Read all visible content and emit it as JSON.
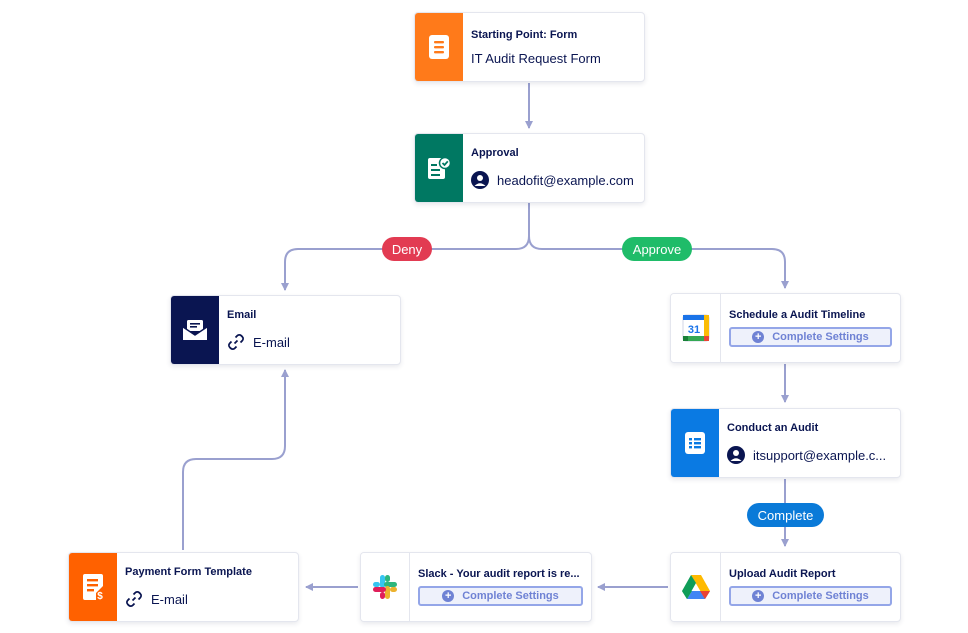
{
  "colors": {
    "connector": "#9aa0cf",
    "deny": "#e23b52",
    "approve": "#1fbc69",
    "complete": "#0a7ad8",
    "form_orange": "#ff7a1a",
    "approval_green": "#007862",
    "email_navy": "#0a1551",
    "audit_blue": "#0a7ae3",
    "payment_orange": "#ff6100"
  },
  "nodes": {
    "start": {
      "title": "Starting Point: Form",
      "subtitle": "IT Audit Request Form",
      "icon": "form-document-icon"
    },
    "approval": {
      "title": "Approval",
      "subtitle": "headofit@example.com",
      "icon": "approval-check-icon"
    },
    "email": {
      "title": "Email",
      "subtitle": "E-mail",
      "icon": "envelope-icon"
    },
    "schedule": {
      "title": "Schedule a Audit Timeline",
      "button": "Complete Settings",
      "icon": "google-calendar-icon",
      "calendar_number": "31"
    },
    "conduct": {
      "title": "Conduct an Audit",
      "subtitle": "itsupport@example.c...",
      "icon": "task-list-icon"
    },
    "upload": {
      "title": "Upload Audit Report",
      "button": "Complete Settings",
      "icon": "google-drive-icon"
    },
    "slack": {
      "title": "Slack - Your audit report is re...",
      "button": "Complete Settings",
      "icon": "slack-icon"
    },
    "payment": {
      "title": "Payment Form Template",
      "subtitle": "E-mail",
      "icon": "payment-form-icon"
    }
  },
  "labels": {
    "deny": "Deny",
    "approve": "Approve",
    "complete": "Complete"
  }
}
